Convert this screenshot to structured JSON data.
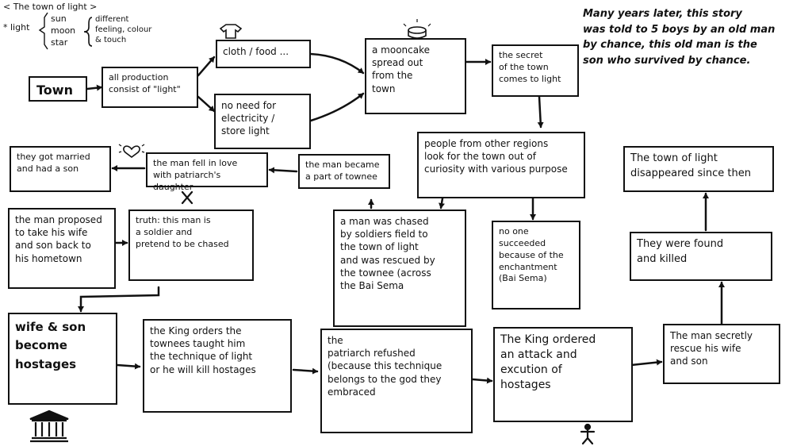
{
  "header": {
    "title": "< The town of light >",
    "light_label": "* light",
    "light_sources": [
      "sun",
      "moon",
      "star"
    ],
    "light_effects": "different\nfeeling, colour\n& touch"
  },
  "side_note": "Many years later, this story\nwas told to 5 boys by an old man\nby chance, this old man is the\nson who survived by chance.",
  "boxes": {
    "town": "Town",
    "production": "all production\nconsist of \"light\"",
    "cloth_food": "cloth / food ...",
    "no_electricity": "no need for\nelectricity /\nstore light",
    "mooncake": "a mooncake\nspread out\nfrom the\ntown",
    "secret": "the secret\nof the town\ncomes to light",
    "people": "people from other regions\nlook for the town out of\ncuriosity with various purpose",
    "chased": "a man was chased\nby soldiers field to\nthe town of light\nand was rescued by\nthe townee (across\nthe Bai Sema",
    "no_one": "no one\nsucceeded\nbecause of the\nenchantment\n(Bai Sema)",
    "townee": "the man became\na part of townee",
    "fell_in_love": "the man fell in love\nwith patriarch's daughter",
    "married": "they got married\nand had a son",
    "proposed": "the man proposed\nto take his wife\nand son back to\nhis hometown",
    "truth": "truth: this man is\na soldier and\npretend to be chased",
    "hostages": "wife & son\nbecome\nhostages",
    "king_orders": "the King orders the\ntownees taught him\nthe technique of light\nor he will kill hostages",
    "patriarch": "the\npatriarch refushed\n(because this technique\nbelongs to the god they\nembraced",
    "king_attack": "The King ordered\nan attack and\nexcution of\nhostages",
    "rescue": "The man secretly\nrescue his wife\nand son",
    "killed": "They were found\nand killed",
    "disappeared": "The town of light\ndisappeared since then"
  },
  "icons": [
    "shirt-icon",
    "mooncake-icon",
    "heart-icon",
    "cross-mark-icon",
    "palace-icon",
    "stick-figure-icon"
  ],
  "colors": {
    "ink": "#111111",
    "paper": "#ffffff"
  }
}
